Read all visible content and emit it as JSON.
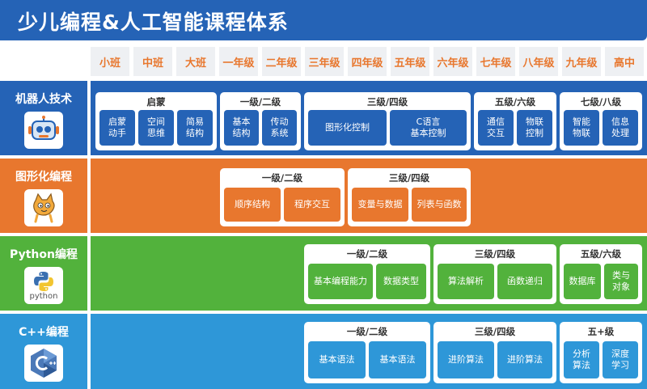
{
  "title": "少儿编程&人工智能课程体系",
  "grades": [
    "小班",
    "中班",
    "大班",
    "一年级",
    "二年级",
    "三年级",
    "四年级",
    "五年级",
    "六年级",
    "七年级",
    "八年级",
    "九年级",
    "高中"
  ],
  "colors": {
    "blue": "#2563b6",
    "orange": "#e8772e",
    "green": "#52b23c",
    "sky": "#2e97d8"
  },
  "rows": [
    {
      "label": "机器人技术",
      "logo_icon": "robot-logo-icon",
      "groups": [
        {
          "title": "启蒙",
          "items": [
            "启蒙\n动手",
            "空间\n思维",
            "简易\n结构"
          ]
        },
        {
          "title": "一级/二级",
          "items": [
            "基本\n结构",
            "传动\n系统"
          ]
        },
        {
          "title": "三级/四级",
          "items": [
            "图形化控制",
            "C语言\n基本控制"
          ]
        },
        {
          "title": "五级/六级",
          "items": [
            "通信\n交互",
            "物联\n控制"
          ]
        },
        {
          "title": "七级/八级",
          "items": [
            "智能\n物联",
            "信息\n处理"
          ]
        }
      ]
    },
    {
      "label": "图形化编程",
      "logo_icon": "scratch-cat-logo-icon",
      "groups": [
        {
          "title": "一级/二级",
          "items": [
            "顺序结构",
            "程序交互"
          ]
        },
        {
          "title": "三级/四级",
          "items": [
            "变量与数据",
            "列表与函数"
          ]
        }
      ]
    },
    {
      "label": "Python编程",
      "logo_icon": "python-logo-icon",
      "logo_text": "python",
      "groups": [
        {
          "title": "一级/二级",
          "items": [
            "基本编程能力",
            "数据类型"
          ]
        },
        {
          "title": "三级/四级",
          "items": [
            "算法解析",
            "函数递归"
          ]
        },
        {
          "title": "五级/六级",
          "items": [
            "数据库",
            "类与\n对象"
          ]
        }
      ]
    },
    {
      "label": "C++编程",
      "logo_icon": "cpp-logo-icon",
      "groups": [
        {
          "title": "一级/二级",
          "items": [
            "基本语法",
            "基本语法"
          ]
        },
        {
          "title": "三级/四级",
          "items": [
            "进阶算法",
            "进阶算法"
          ]
        },
        {
          "title": "五+级",
          "items": [
            "分析\n算法",
            "深度\n学习"
          ]
        }
      ]
    }
  ]
}
